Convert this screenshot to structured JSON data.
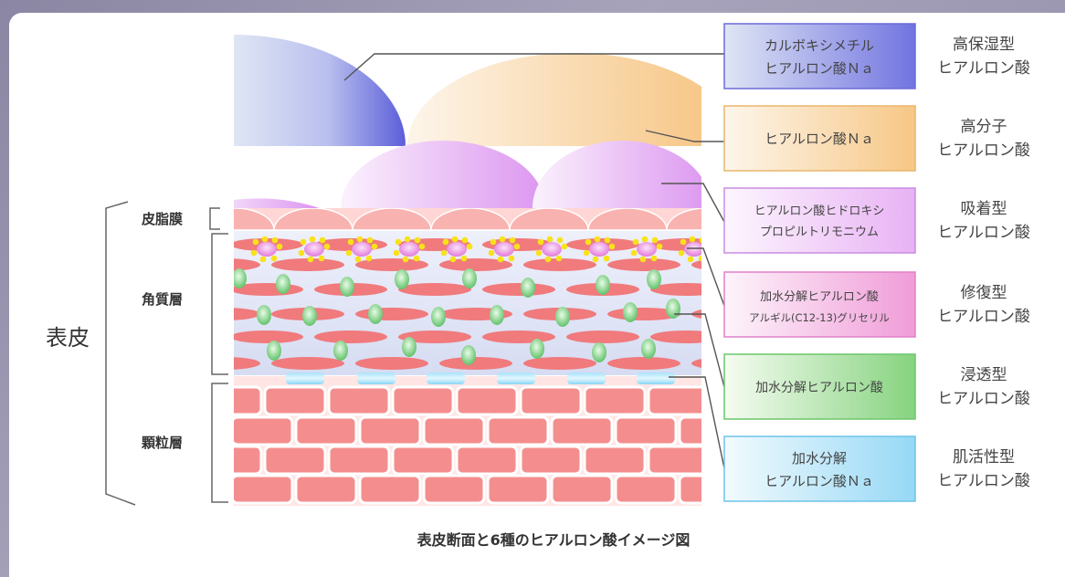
{
  "diagram": {
    "caption": "表皮断面と6種のヒアルロン酸イメージ図",
    "epidermis_label": "表皮",
    "layers": [
      {
        "label": "皮脂膜"
      },
      {
        "label": "角質層"
      },
      {
        "label": "顆粒層"
      }
    ],
    "ingredients": [
      {
        "name_lines": [
          "カルボキシメチル",
          "ヒアルロン酸Ｎａ"
        ],
        "type_lines": [
          "高保湿型",
          "ヒアルロン酸"
        ],
        "color_from": "#dfe6f4",
        "color_to": "#6d6fe0",
        "border": "#6b6bd8"
      },
      {
        "name_lines": [
          "ヒアルロン酸Ｎａ"
        ],
        "type_lines": [
          "高分子",
          "ヒアルロン酸"
        ],
        "color_from": "#fdf6ec",
        "color_to": "#f8c987",
        "border": "#e9b56a"
      },
      {
        "name_lines": [
          "ヒアルロン酸ヒドロキシ",
          "プロピルトリモニウム"
        ],
        "type_lines": [
          "吸着型",
          "ヒアルロン酸"
        ],
        "color_from": "#fbf4fd",
        "color_to": "#ebb8f6",
        "border": "#c88de0"
      },
      {
        "name_lines": [
          "加水分解ヒアルロン酸",
          "アルギル(C12-13)グリセリル"
        ],
        "type_lines": [
          "修復型",
          "ヒアルロン酸"
        ],
        "color_from": "#fdf3fa",
        "color_to": "#f2a7dc",
        "border": "#e080c8"
      },
      {
        "name_lines": [
          "加水分解ヒアルロン酸"
        ],
        "type_lines": [
          "浸透型",
          "ヒアルロン酸"
        ],
        "color_from": "#f4fbef",
        "color_to": "#8fd88a",
        "border": "#6cc66a"
      },
      {
        "name_lines": [
          "加水分解",
          "ヒアルロン酸Ｎａ"
        ],
        "type_lines": [
          "肌活性型",
          "ヒアルロン酸"
        ],
        "color_from": "#f1fbfe",
        "color_to": "#9fdcf6",
        "border": "#6cc4ea"
      }
    ]
  }
}
